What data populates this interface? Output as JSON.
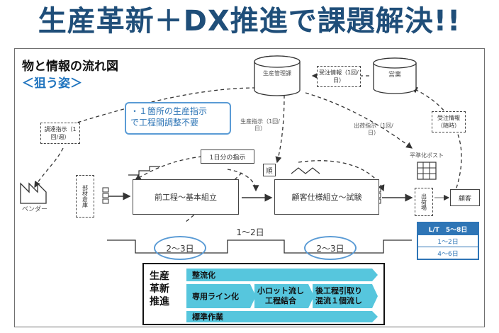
{
  "headline": "生産革新＋DX推進で課題解決!!",
  "panel": {
    "title": "物と情報の流れ図",
    "subtitle": "＜狙う姿＞"
  },
  "callout": {
    "line1": "・１箇所の生産指示",
    "line2": "で工程間調整不要"
  },
  "nodes": {
    "production_control": "生産管理課",
    "sales": "営業",
    "vendor": "ベンダー",
    "material_store": "部材倉庫",
    "pre_process": "前工程～基本組立",
    "custom_assembly": "顧客仕様組立～試験",
    "one_day_instruction": "1日分の指示",
    "sequence": "順",
    "shipping": "出荷場",
    "customer": "顧客",
    "kanban_post": "平準化ポスト"
  },
  "info_labels": {
    "procurement": "調達指示（1回/週）",
    "order_info": "受注情報（1回/日）",
    "order_received": "受注情報（随時）",
    "prod_instruction": "生産指示（1回/日）",
    "ship_instruction": "出荷指示（1回/日）"
  },
  "lead_times": {
    "between_days": "1～2日",
    "left_days": "2～3日",
    "right_days": "2～3日"
  },
  "lt_table": {
    "header": "L/T　5～8日",
    "row1": "1～2日",
    "row2": "4～6日"
  },
  "promotion": {
    "label_line1": "生産",
    "label_line2": "革新",
    "label_line3": "推進",
    "flow": "整流化",
    "dedicated_line": "専用ライン化",
    "small_lot_1": "小ロット流し",
    "small_lot_2": "工程結合",
    "post_pull_1": "後工程引取り",
    "post_pull_2": "混流１個流し",
    "standard_work": "標準作業"
  }
}
